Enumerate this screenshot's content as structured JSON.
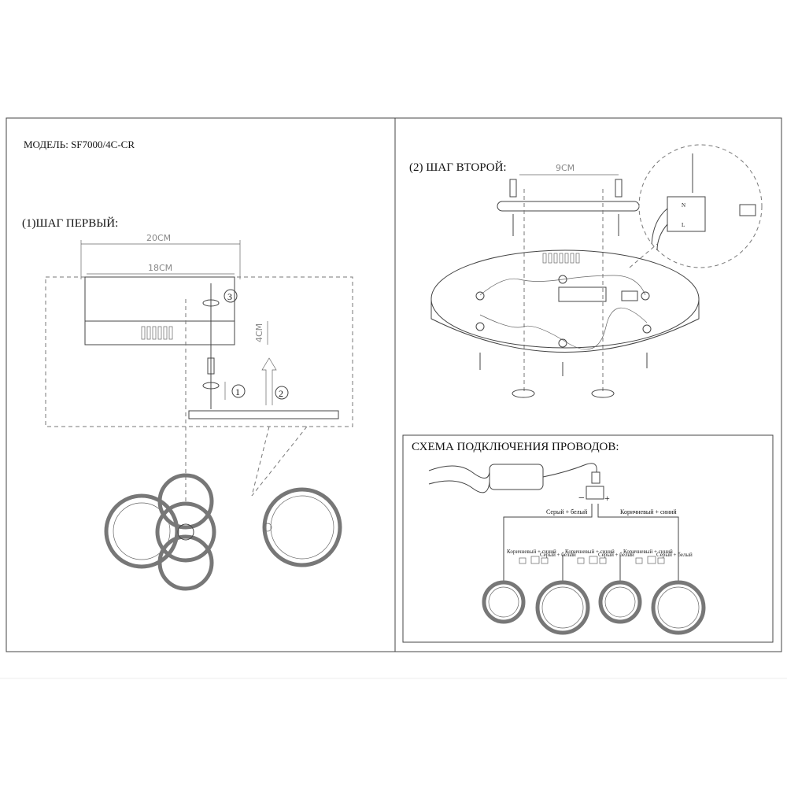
{
  "model_label": "МОДЕЛЬ: SF7000/4C-CR",
  "step1": {
    "title": "(1)ШАГ ПЕРВЫЙ:",
    "dim_outer": "20CM",
    "dim_inner": "18CM",
    "dim_height": "4CM",
    "callouts": [
      "1",
      "2",
      "3"
    ]
  },
  "step2": {
    "title": "(2) ШАГ ВТОРОЙ:",
    "dim_mount": "9CM",
    "terminal_labels": [
      "N",
      "L"
    ]
  },
  "wiring": {
    "title": "СХЕМА ПОДКЛЮЧЕНИЯ ПРОВОДОВ:",
    "minus": "−",
    "plus": "+",
    "left_pair": "Серый + белый",
    "right_pair": "Коричневый + синий",
    "small_brown": "Коричневый + синий",
    "small_grey": "Серый + белый"
  }
}
